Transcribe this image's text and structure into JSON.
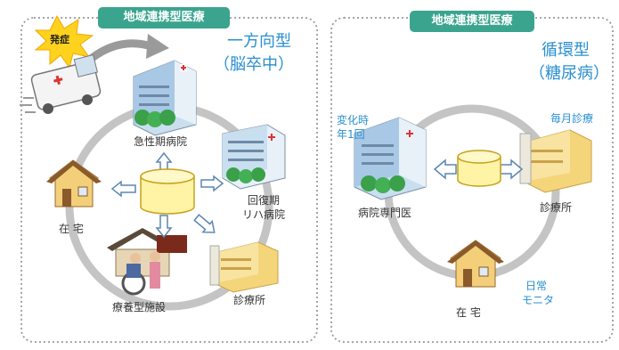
{
  "left_panel": {
    "tab_label": "地域連携型医療",
    "title_line1": "一方向型",
    "title_line2": "（脳卒中）",
    "onset_label": "発症",
    "acute_hospital": "急性期病院",
    "rehab_line1": "回復期",
    "rehab_line2": "リハ病院",
    "clinic": "診療所",
    "home": "在 宅",
    "care_facility": "療養型施設"
  },
  "right_panel": {
    "tab_label": "地域連携型医療",
    "title_line1": "循環型",
    "title_line2": "（糖尿病）",
    "specialist_note_line1": "変化時",
    "specialist_note_line2": "年1回",
    "clinic_note": "毎月診療",
    "specialist": "病院専門医",
    "clinic": "診療所",
    "home": "在 宅",
    "home_note_line1": "日常",
    "home_note_line2": "モニタ"
  },
  "colors": {
    "tab_green": "#3ba48f",
    "accent_blue": "#2a8fcf",
    "ring_gray": "#bbbbbb",
    "database_yellow": "#fff3a6",
    "burst_yellow": "#ffd21e"
  }
}
